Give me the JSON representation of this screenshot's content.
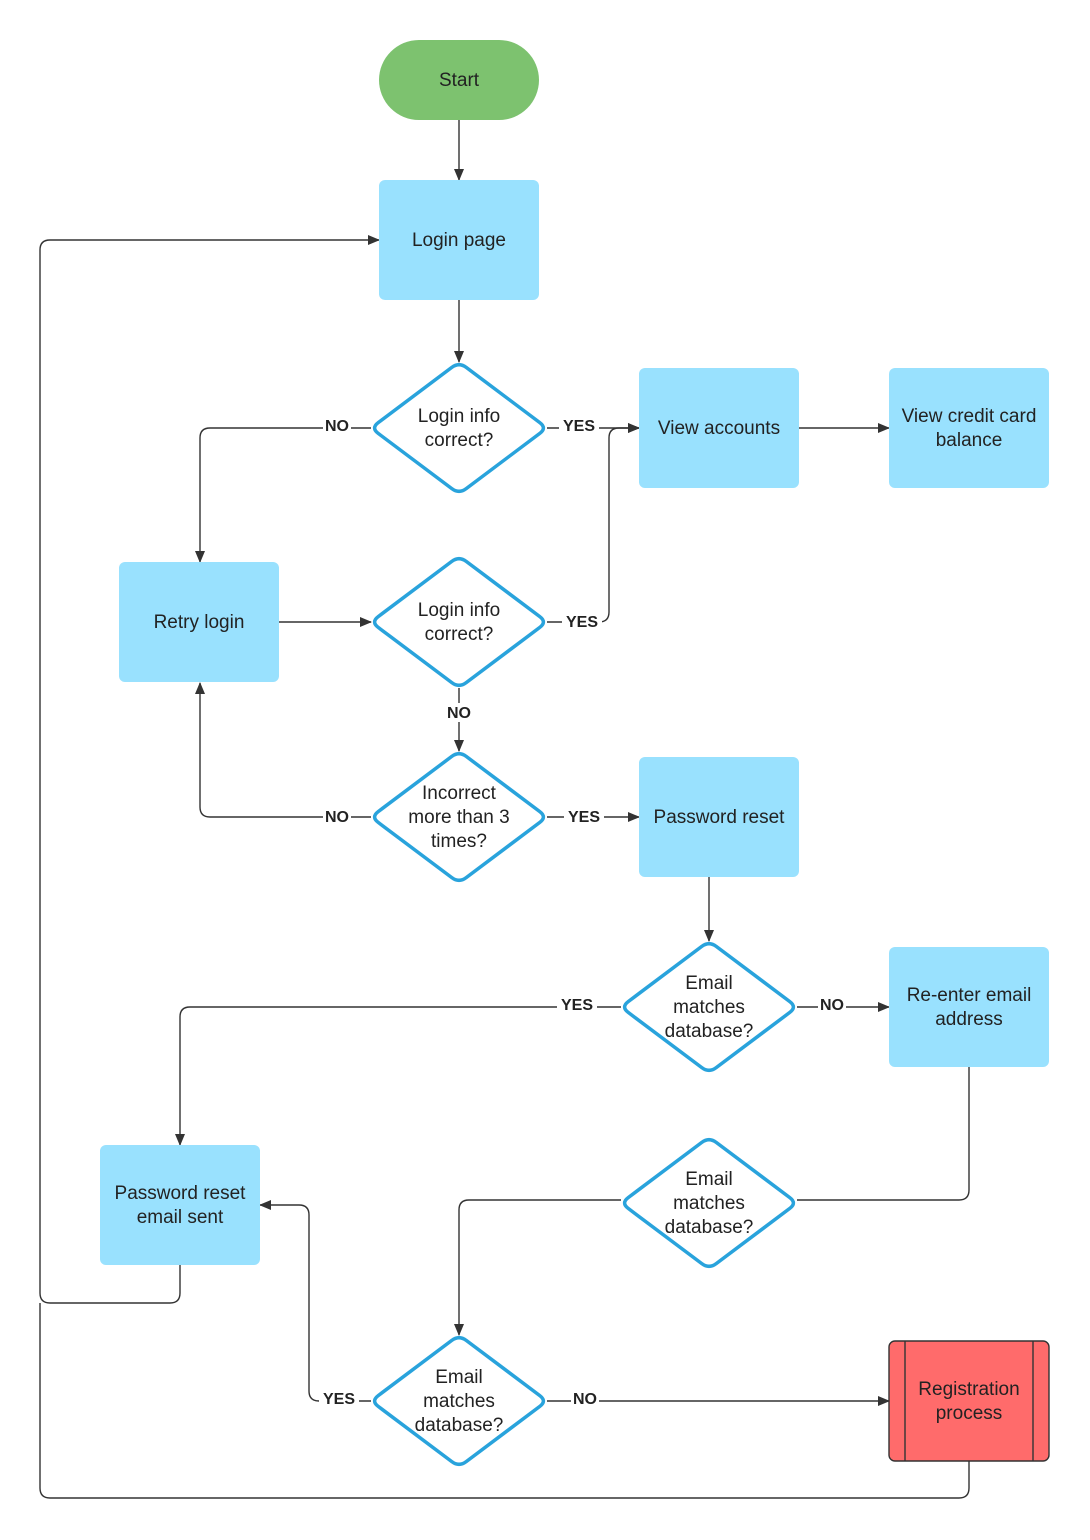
{
  "colors": {
    "start_fill": "#7dc26f",
    "process_fill": "#99e1fe",
    "decision_stroke": "#29a3dc",
    "decision_fill": "#ffffff",
    "terminal_fill": "#ff6b6b",
    "terminal_stroke": "#333333",
    "edge": "#333333"
  },
  "nodes": {
    "start": {
      "shape": "terminator",
      "lines": [
        "Start"
      ]
    },
    "login_page": {
      "shape": "process",
      "lines": [
        "Login page"
      ]
    },
    "dec_login_1": {
      "shape": "decision",
      "lines": [
        "Login info",
        "correct?"
      ]
    },
    "view_accounts": {
      "shape": "process",
      "lines": [
        "View accounts"
      ]
    },
    "view_credit": {
      "shape": "process",
      "lines": [
        "View credit card",
        "balance"
      ]
    },
    "retry_login": {
      "shape": "process",
      "lines": [
        "Retry login"
      ]
    },
    "dec_login_2": {
      "shape": "decision",
      "lines": [
        "Login info",
        "correct?"
      ]
    },
    "dec_incorrect": {
      "shape": "decision",
      "lines": [
        "Incorrect",
        "more than 3",
        "times?"
      ]
    },
    "password_reset": {
      "shape": "process",
      "lines": [
        "Password reset"
      ]
    },
    "dec_email_1": {
      "shape": "decision",
      "lines": [
        "Email",
        "matches",
        "database?"
      ]
    },
    "reenter_email": {
      "shape": "process",
      "lines": [
        "Re-enter email",
        "address"
      ]
    },
    "dec_email_2": {
      "shape": "decision",
      "lines": [
        "Email",
        "matches",
        "database?"
      ]
    },
    "reset_sent": {
      "shape": "process",
      "lines": [
        "Password reset",
        "email sent"
      ]
    },
    "dec_email_3": {
      "shape": "decision",
      "lines": [
        "Email",
        "matches",
        "database?"
      ]
    },
    "registration": {
      "shape": "predefined",
      "lines": [
        "Registration",
        "process"
      ]
    }
  },
  "edges": {
    "start_to_login": {
      "label": ""
    },
    "login_to_dec1": {
      "label": ""
    },
    "dec1_yes": {
      "label": "YES"
    },
    "dec1_no": {
      "label": "NO"
    },
    "accounts_to_credit": {
      "label": ""
    },
    "retry_to_dec2": {
      "label": ""
    },
    "dec2_yes": {
      "label": "YES"
    },
    "dec2_no": {
      "label": "NO"
    },
    "incorrect_no": {
      "label": "NO"
    },
    "incorrect_yes": {
      "label": "YES"
    },
    "reset_to_email1": {
      "label": ""
    },
    "email1_yes": {
      "label": "YES"
    },
    "email1_no": {
      "label": "NO"
    },
    "reenter_to_email2": {
      "label": ""
    },
    "email2_to_email3": {
      "label": ""
    },
    "email3_yes": {
      "label": "YES"
    },
    "email3_no": {
      "label": "NO"
    },
    "sent_to_login": {
      "label": ""
    },
    "registration_to_login": {
      "label": ""
    }
  }
}
